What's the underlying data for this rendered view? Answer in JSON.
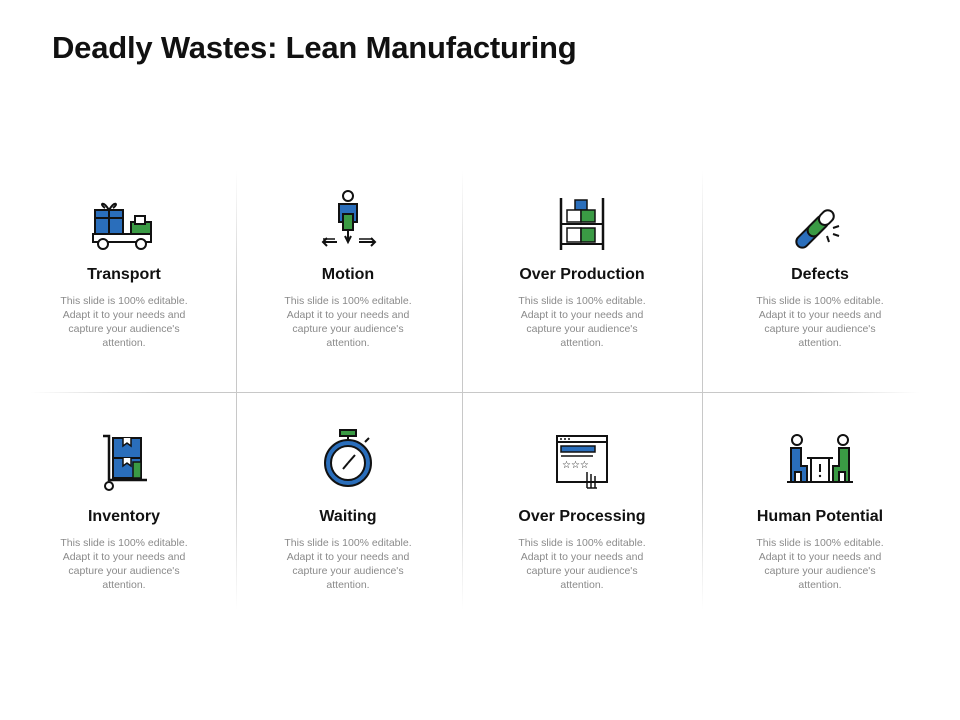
{
  "title": "Deadly Wastes: Lean Manufacturing",
  "colors": {
    "blue": "#2a6ebb",
    "green": "#3a9a44",
    "outline": "#111111",
    "muted": "#8a8a8a"
  },
  "cells": [
    {
      "label": "Transport",
      "icon": "delivery-truck-icon",
      "desc": "This slide is 100% editable. Adapt it to your needs and capture your audience's attention."
    },
    {
      "label": "Motion",
      "icon": "person-motion-icon",
      "desc": "This slide is 100% editable. Adapt it to your needs and capture your audience's attention."
    },
    {
      "label": "Over Production",
      "icon": "stacked-shelf-icon",
      "desc": "This slide is 100% editable. Adapt it to your needs and capture your audience's attention."
    },
    {
      "label": "Defects",
      "icon": "broken-chain-icon",
      "desc": "This slide is 100% editable. Adapt it to your needs and capture your audience's attention."
    },
    {
      "label": "Inventory",
      "icon": "hand-truck-icon",
      "desc": "This slide is 100% editable. Adapt it to your needs and capture your audience's attention."
    },
    {
      "label": "Waiting",
      "icon": "stopwatch-icon",
      "desc": "This slide is 100% editable. Adapt it to your needs and capture your audience's attention."
    },
    {
      "label": "Over Processing",
      "icon": "web-rating-icon",
      "desc": "This slide is 100% editable. Adapt it to your needs and capture your audience's attention."
    },
    {
      "label": "Human Potential",
      "icon": "people-meeting-icon",
      "desc": "This slide is 100% editable. Adapt it to your needs and capture your audience's attention."
    }
  ]
}
